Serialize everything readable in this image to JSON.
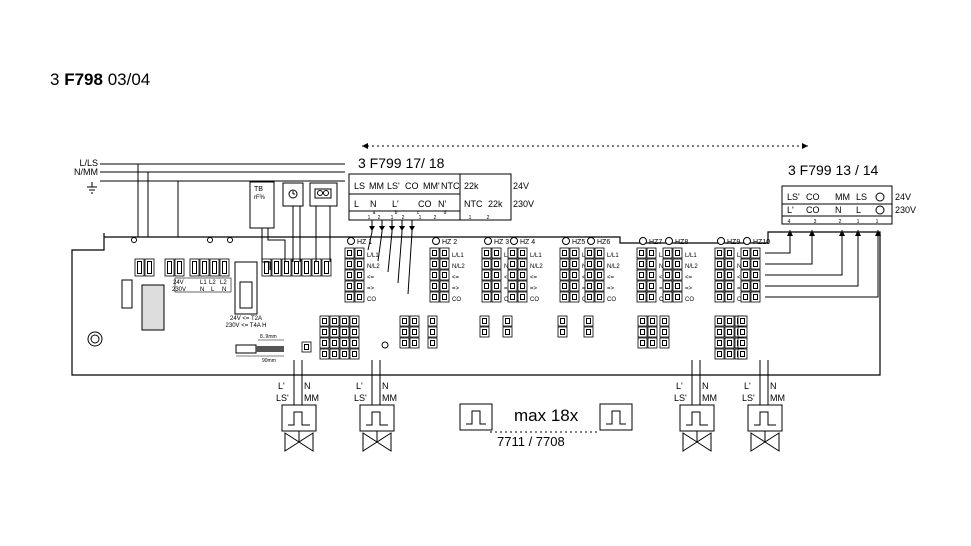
{
  "title": {
    "prefix": "3",
    "model": "F798",
    "date": "03/04"
  },
  "bus_lines": [
    "L/LS",
    "N/MM"
  ],
  "module_a": {
    "name": "3 F799 17/ 18",
    "row24": [
      "LS",
      "MM",
      "LS'",
      "CO",
      "MM'",
      "NTC",
      "22k",
      "24V"
    ],
    "row230": [
      "L",
      "N",
      "L'",
      "CO",
      "N'",
      "NTC",
      "22k",
      "230V"
    ],
    "tiny": [
      "a",
      "b",
      "c",
      "d",
      "1",
      "2",
      "1",
      "2",
      "1",
      "2",
      "1",
      "2"
    ]
  },
  "module_b": {
    "name": "3 F799 13 / 14",
    "row24": [
      "LS'",
      "CO",
      "MM",
      "LS",
      "24V"
    ],
    "row230": [
      "L'",
      "CO",
      "N",
      "L",
      "230V"
    ],
    "pins": [
      "4",
      "3",
      "2",
      "1",
      "1"
    ]
  },
  "tb_label": "TB",
  "tb_sub": "rF%",
  "power_labels": {
    "v24": "24V",
    "v230": "230V",
    "cols24": [
      "L1",
      "L2",
      "L2"
    ],
    "cols230": [
      "N",
      "L",
      "N"
    ]
  },
  "fuse": {
    "line1": "24V <= T2A",
    "line2": "230V <= T4A H"
  },
  "strip": {
    "a": "8..9mm",
    "b": "90mm"
  },
  "zones": [
    "HZ 1",
    "HZ 2",
    "HZ 3",
    "HZ 4",
    "HZ5",
    "HZ6",
    "HZ7",
    "HZ8",
    "HZ9",
    "HZ10"
  ],
  "row_labels": [
    "L/L1",
    "N/L2",
    "<=",
    "=>",
    "CO"
  ],
  "valve_labels": {
    "l": "L'",
    "n": "N",
    "ls": "LS'",
    "mm": "MM"
  },
  "max_label": "max 18x",
  "part_label": "7711 / 7708"
}
